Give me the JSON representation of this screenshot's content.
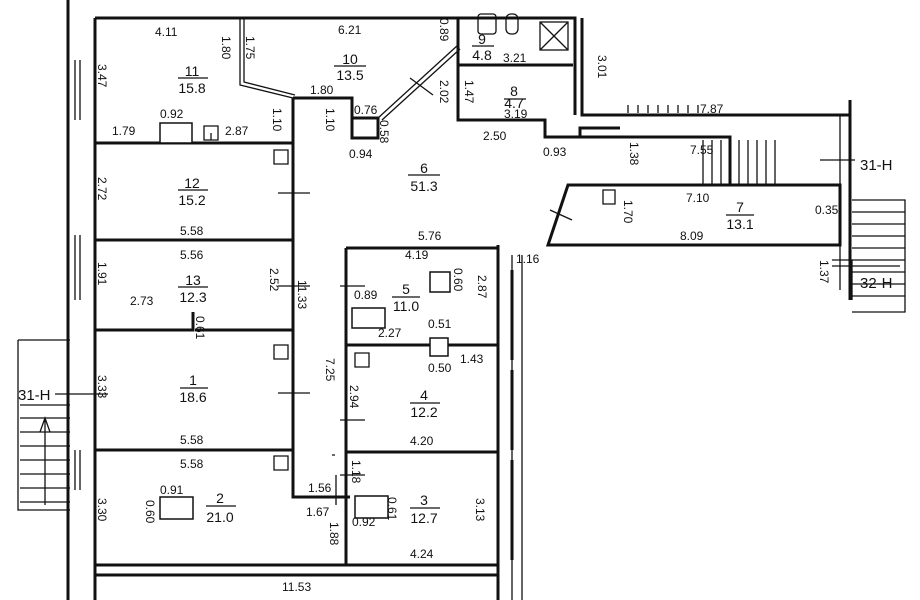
{
  "plan": {
    "rooms": [
      {
        "number": "1",
        "area": "18.6"
      },
      {
        "number": "2",
        "area": "21.0"
      },
      {
        "number": "3",
        "area": "12.7"
      },
      {
        "number": "4",
        "area": "12.2"
      },
      {
        "number": "5",
        "area": "11.0"
      },
      {
        "number": "6",
        "area": "51.3"
      },
      {
        "number": "7",
        "area": "13.1"
      },
      {
        "number": "8",
        "area": "4.7"
      },
      {
        "number": "9",
        "area": "4.8"
      },
      {
        "number": "10",
        "area": "13.5"
      },
      {
        "number": "11",
        "area": "15.8"
      },
      {
        "number": "12",
        "area": "15.2"
      },
      {
        "number": "13",
        "area": "12.3"
      }
    ],
    "dimensions": [
      "4.11",
      "1.80",
      "1.75",
      "6.21",
      "0.89",
      "3.21",
      "3.47",
      "1.80",
      "0.76",
      "0.58",
      "2.02",
      "1.47",
      "3.19",
      "0.92",
      "1.79",
      "2.87",
      "1.10",
      "1.10",
      "0.94",
      "2.50",
      "0.93",
      "1.38",
      "7.87",
      "7.55",
      "2.72",
      "5.58",
      "1.70",
      "7.10",
      "0.35",
      "8.09",
      "5.56",
      "5.76",
      "4.19",
      "0.60",
      "2.87",
      "1.91",
      "2.52",
      "11.33",
      "0.89",
      "2.73",
      "0.61",
      "2.27",
      "0.51",
      "1.43",
      "0.50",
      "3.33",
      "7.25",
      "2.94",
      "5.58",
      "4.20",
      "5.58",
      "1.18",
      "1.56",
      "0.91",
      "0.60",
      "1.67",
      "0.61",
      "3.13",
      "3.30",
      "0.92",
      "1.88",
      "4.24",
      "11.53",
      "1.16",
      "1.37",
      "3.01"
    ],
    "stair_labels": [
      "31-H",
      "31-H",
      "32-H"
    ]
  }
}
